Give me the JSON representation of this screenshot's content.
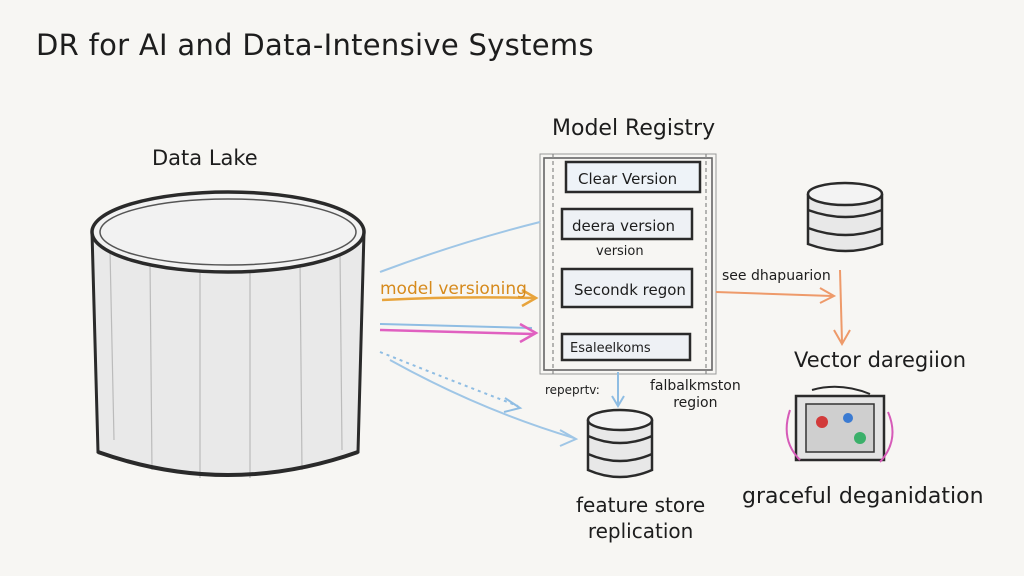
{
  "title": "DR for AI and Data-Intensive Systems",
  "data_lake": {
    "label": "Data Lake"
  },
  "model_registry": {
    "label": "Model Registry",
    "entries": [
      "Clear Version",
      "deera version",
      "version",
      "Secondk regon",
      "Esaleelkoms"
    ]
  },
  "arrows": {
    "model_versioning": "model versioning",
    "see_label": "see dhapuarion",
    "replication_label": "repeprtv:",
    "fallback_label": "falbalkmston",
    "fallback_region": "region"
  },
  "feature_store": {
    "line1": "feature store",
    "line2": "replication"
  },
  "vector": {
    "label": "Vector daregiion"
  },
  "degradation": {
    "label": "graceful deganidation"
  },
  "colors": {
    "orange": "#e8a43c",
    "blue": "#8fbde3",
    "pink": "#e060c0",
    "salmon": "#ee9a6a",
    "ink": "#1d1d1d"
  }
}
